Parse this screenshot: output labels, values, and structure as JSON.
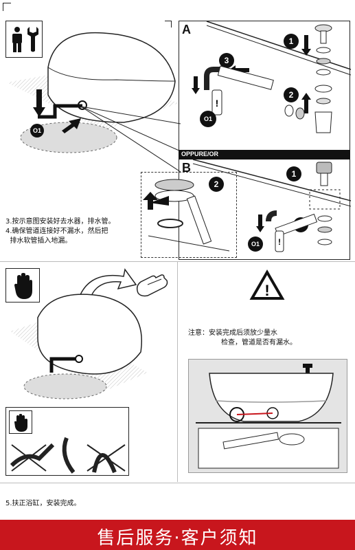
{
  "top_section": {
    "icons": [
      "person-icon",
      "wrench-icon"
    ],
    "panel_a_label": "A",
    "panel_b_label": "B",
    "option_banner": "OPPURE/OR",
    "marker_o1": "O1",
    "steps": {
      "a": [
        "1",
        "2",
        "3"
      ],
      "b": [
        "1",
        "2",
        "3"
      ]
    },
    "instructions": [
      "3.按示意图安装好去水器，排水管。",
      "4.确保管道连接好不漏水，然后把",
      "  排水软管插入地漏。"
    ]
  },
  "middle_section": {
    "icons": [
      "hand-icon",
      "gloves-icon",
      "hand-stop-icon",
      "warning-icon"
    ],
    "warning_symbol": "!",
    "notice_line1": "注意：安装完成后须放少量水",
    "notice_line2": "检查，管道是否有漏水。"
  },
  "bottom_section": {
    "final_step": "5.扶正浴缸，安装完成。"
  },
  "footer": {
    "title": "售后服务·客户须知",
    "color": "#c8161d"
  }
}
